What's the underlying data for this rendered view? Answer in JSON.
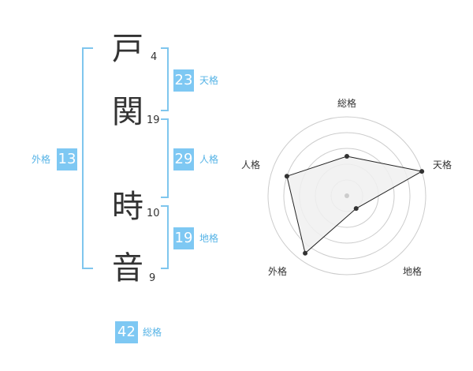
{
  "name": {
    "chars": [
      {
        "char": "戸",
        "strokes": "4"
      },
      {
        "char": "関",
        "strokes": "19"
      },
      {
        "char": "時",
        "strokes": "10"
      },
      {
        "char": "音",
        "strokes": "9"
      }
    ]
  },
  "fortunes": {
    "tenkaku": {
      "value": "23",
      "label": "天格"
    },
    "jinkaku": {
      "value": "29",
      "label": "人格"
    },
    "chikaku": {
      "value": "19",
      "label": "地格"
    },
    "gaikaku": {
      "value": "13",
      "label": "外格"
    },
    "soukaku": {
      "value": "42",
      "label": "総格"
    }
  },
  "chart_data": {
    "type": "radar",
    "axes": [
      "総格",
      "天格",
      "地格",
      "外格",
      "人格"
    ],
    "values": [
      0.5,
      1.0,
      0.2,
      0.9,
      0.8
    ],
    "rings": 5,
    "colors": {
      "fill": "#f0f0f0",
      "line": "#222222",
      "grid": "#cccccc",
      "point": "#333333",
      "center": "#cccccc"
    }
  }
}
